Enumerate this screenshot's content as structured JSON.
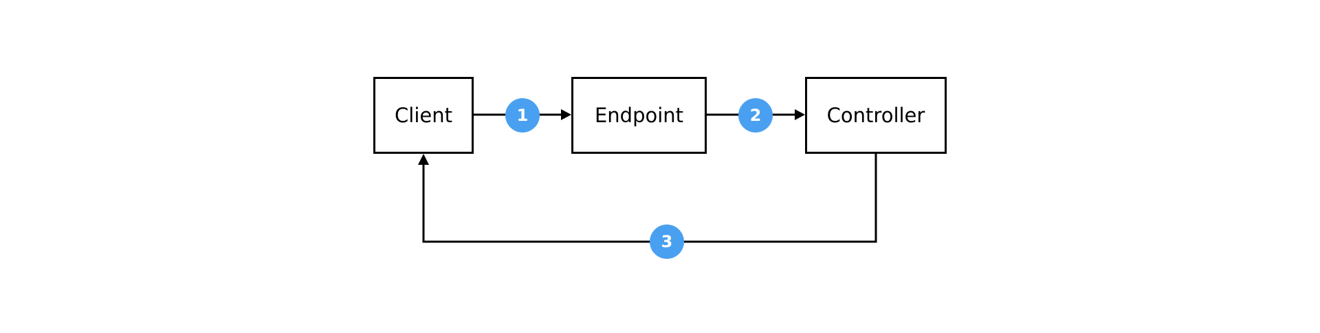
{
  "nodes": {
    "client": "Client",
    "endpoint": "Endpoint",
    "controller": "Controller"
  },
  "steps": {
    "step1": "1",
    "step2": "2",
    "step3": "3"
  },
  "colors": {
    "badge": "#4aa0f0",
    "stroke": "#000000",
    "background": "#ffffff"
  }
}
